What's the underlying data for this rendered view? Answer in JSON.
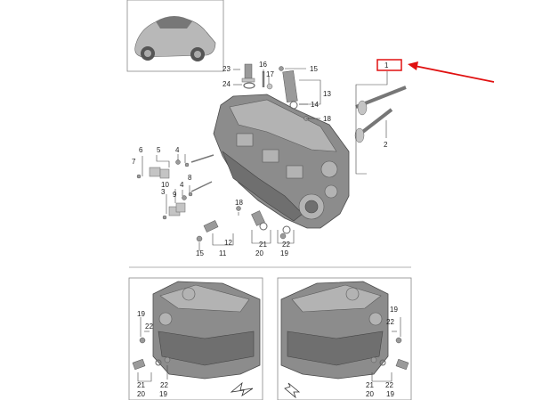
{
  "callouts": {
    "c1": "1",
    "c2": "2",
    "c3": "3",
    "c4a": "4",
    "c4b": "4",
    "c5": "5",
    "c6": "6",
    "c7": "7",
    "c8": "8",
    "c9": "9",
    "c10": "10",
    "c11": "11",
    "c12": "12",
    "c13": "13",
    "c14": "14",
    "c15a": "15",
    "c15b": "15",
    "c16": "16",
    "c17": "17",
    "c18a": "18",
    "c18b": "18",
    "c19": "19",
    "c20": "20",
    "c21": "21",
    "c22": "22",
    "c23": "23",
    "c24": "24"
  },
  "inset_left": {
    "c19": "19",
    "c22": "22",
    "c21": "21",
    "c19b": "19",
    "c20": "20",
    "c22b": "22"
  },
  "inset_right": {
    "c19": "19",
    "c22": "22",
    "c21": "21",
    "c22b": "22",
    "c20": "20",
    "c19b": "19"
  },
  "colors": {
    "highlight": "#e01010",
    "arrow": "#e01010",
    "part": "#9a9a9a"
  }
}
